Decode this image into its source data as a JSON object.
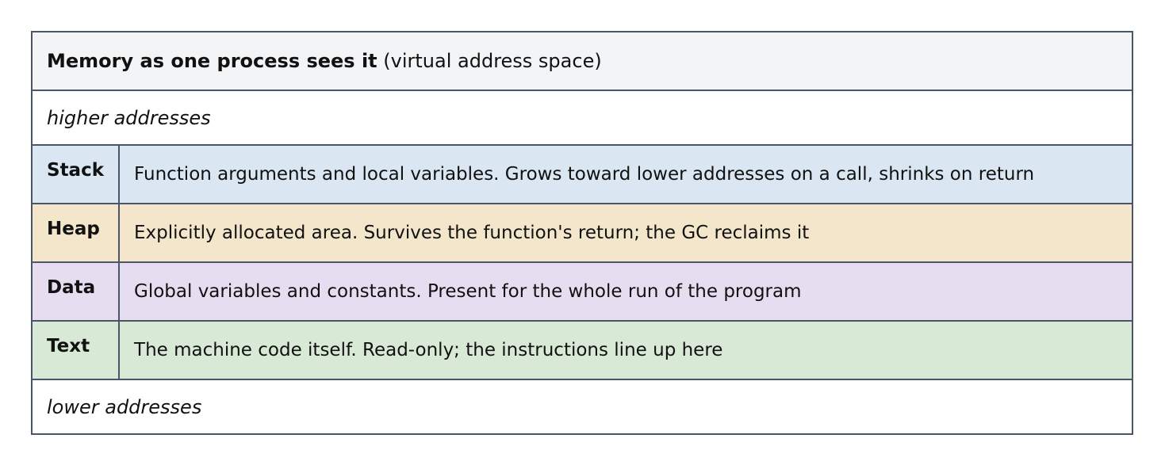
{
  "title": {
    "bold": "Memory as one process sees it",
    "normal": " (virtual address space)"
  },
  "top_label": "higher addresses",
  "bottom_label": "lower addresses",
  "segments": [
    {
      "name": "Stack",
      "description": "Function arguments and local variables. Grows toward lower addresses on a call, shrinks on return",
      "color": "#dae6f2"
    },
    {
      "name": "Heap",
      "description": "Explicitly allocated area. Survives the function's return; the GC reclaims it",
      "color": "#f3e6cb"
    },
    {
      "name": "Data",
      "description": "Global variables and constants. Present for the whole run of the program",
      "color": "#e6def0"
    },
    {
      "name": "Text",
      "description": "The machine code itself. Read-only; the instructions line up here",
      "color": "#d8e9d6"
    }
  ]
}
